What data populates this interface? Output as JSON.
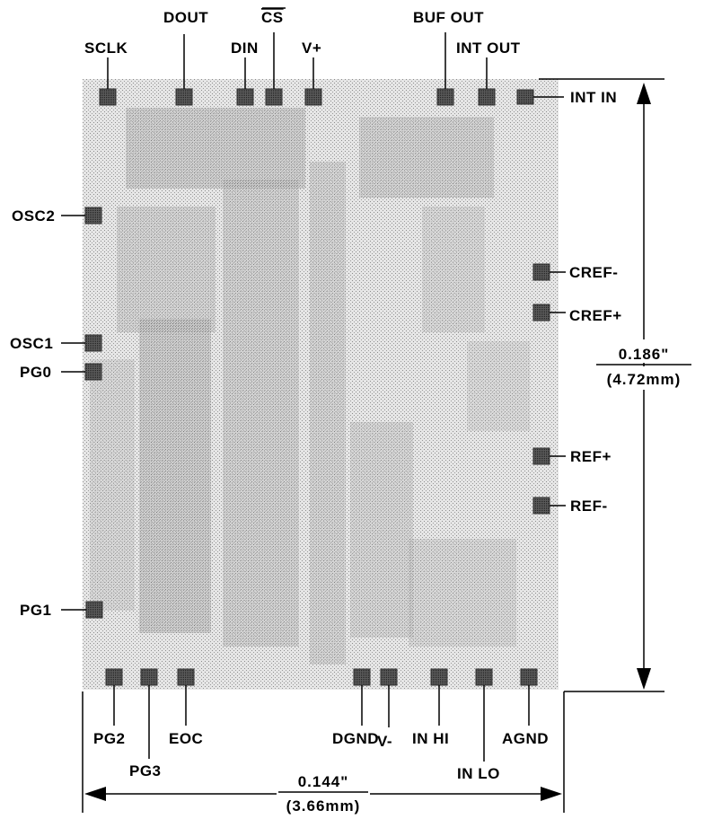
{
  "colors": {
    "die_fill": "#dcdcdc",
    "die_texture": "#a8a8a8",
    "pad_fill": "#4a4a4a",
    "line": "#000000"
  },
  "pins": {
    "sclk": "SCLK",
    "dout": "DOUT",
    "din": "DIN",
    "cs": "CS",
    "vplus": "V+",
    "buf_out": "BUF OUT",
    "int_out": "INT OUT",
    "int_in": "INT IN",
    "osc2": "OSC2",
    "cref_minus": "CREF-",
    "cref_plus": "CREF+",
    "osc1": "OSC1",
    "pg0": "PG0",
    "ref_plus": "REF+",
    "ref_minus": "REF-",
    "pg1": "PG1",
    "pg2": "PG2",
    "pg3": "PG3",
    "eoc": "EOC",
    "dgnd": "DGND",
    "vminus": "V-",
    "in_hi": "IN HI",
    "in_lo": "IN LO",
    "agnd": "AGND"
  },
  "dimensions": {
    "height_in": "0.186\"",
    "height_mm": "(4.72mm)",
    "width_in": "0.144\"",
    "width_mm": "(3.66mm)"
  }
}
